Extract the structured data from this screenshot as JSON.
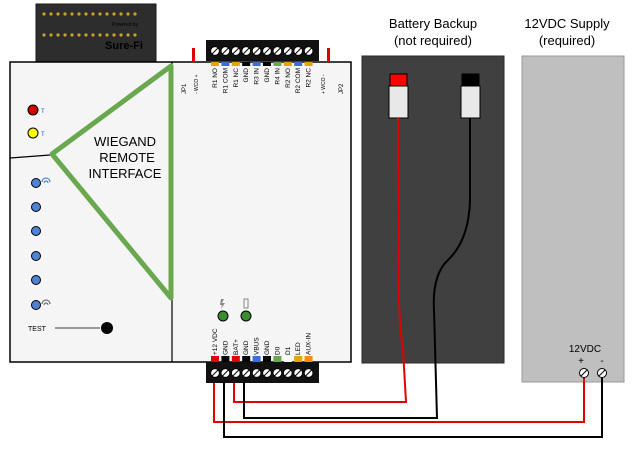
{
  "brand": {
    "powered_by": "Powered by",
    "name": "Sure-Fi"
  },
  "panel": {
    "title_lines": [
      "WIEGAND",
      "REMOTE",
      "INTERFACE"
    ],
    "test_label": "TEST"
  },
  "top_terminals": [
    "R1 NO",
    "R1 COM",
    "R1 NC",
    "GND",
    "R3 IN",
    "GND",
    "R4 IN",
    "R2 NO",
    "R2 COM",
    "R2 NC"
  ],
  "bottom_terminals": [
    "+12 VDC",
    "GND",
    "BAT+",
    "GND",
    "VBUS",
    "GND",
    "D0",
    "D1",
    "LED",
    "AUX-IN"
  ],
  "jumpers": {
    "left": {
      "name": "JP1",
      "marks": "- WCO +"
    },
    "right": {
      "name": "JP2",
      "marks": "+ WCO -"
    }
  },
  "battery": {
    "title": "Battery Backup",
    "subtitle": "(not required)"
  },
  "supply": {
    "title": "12VDC Supply",
    "subtitle": "(required)",
    "output_label": "12VDC",
    "plus": "+",
    "minus": "-"
  },
  "colors": {
    "board_fill": "#f5f5f5",
    "triangle": "#6aa84f",
    "led_red": "#cc0000",
    "led_yellow": "#ffff00",
    "led_blue": "#4f81d4",
    "battery_box": "#404040",
    "supply_box": "#bfbfbf",
    "wire_red": "#e00000",
    "wire_black": "#000000"
  }
}
